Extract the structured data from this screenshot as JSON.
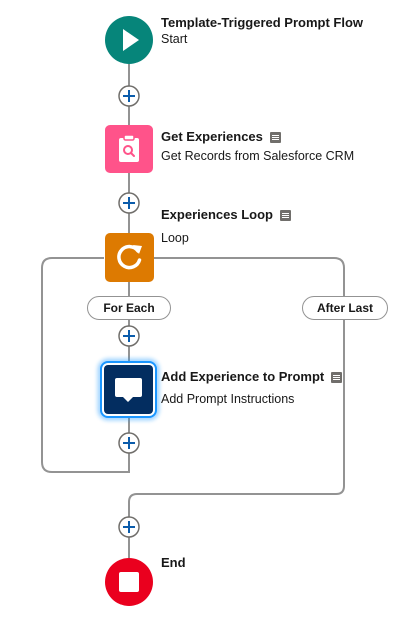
{
  "nodes": {
    "start": {
      "title": "Template-Triggered Prompt Flow",
      "subtitle": "Start",
      "color": "#06857a",
      "icon": "play-icon"
    },
    "get_experiences": {
      "title": "Get Experiences",
      "subtitle": "Get Records from Salesforce CRM",
      "color": "#ff538a",
      "icon": "clipboard-search-icon",
      "has_description": true
    },
    "loop": {
      "title": "Experiences Loop",
      "subtitle": "Loop",
      "color": "#dd7a01",
      "icon": "loop-icon",
      "has_description": true
    },
    "add_prompt": {
      "title": "Add Experience to Prompt",
      "subtitle": "Add Prompt Instructions",
      "color": "#032d60",
      "icon": "prompt-icon",
      "has_description": true,
      "selected": true
    },
    "end": {
      "title": "End",
      "color": "#ea001e",
      "icon": "stop-icon"
    }
  },
  "branches": {
    "for_each": "For Each",
    "after_last": "After Last"
  },
  "connector_color": "#939393",
  "add_button_color": "#706e6b"
}
